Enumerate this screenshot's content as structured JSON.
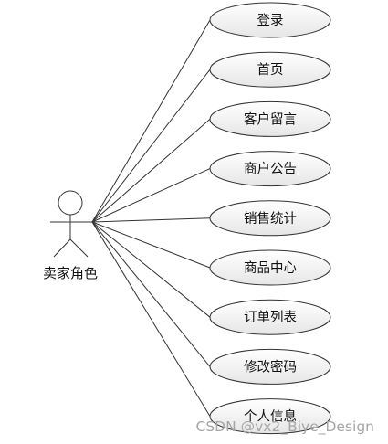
{
  "actor": {
    "label": "卖家角色"
  },
  "use_cases": [
    {
      "label": "登录"
    },
    {
      "label": "首页"
    },
    {
      "label": "客户留言"
    },
    {
      "label": "商户公告"
    },
    {
      "label": "销售统计"
    },
    {
      "label": "商品中心"
    },
    {
      "label": "订单列表"
    },
    {
      "label": "修改密码"
    },
    {
      "label": "个人信息"
    }
  ],
  "watermark": "CSDN @vx2_Biye_Design",
  "colors": {
    "ellipse_fill_top": "#ffffff",
    "ellipse_fill_bottom": "#e8e8e8",
    "stroke": "#333333",
    "watermark": "#a6a6a6"
  }
}
